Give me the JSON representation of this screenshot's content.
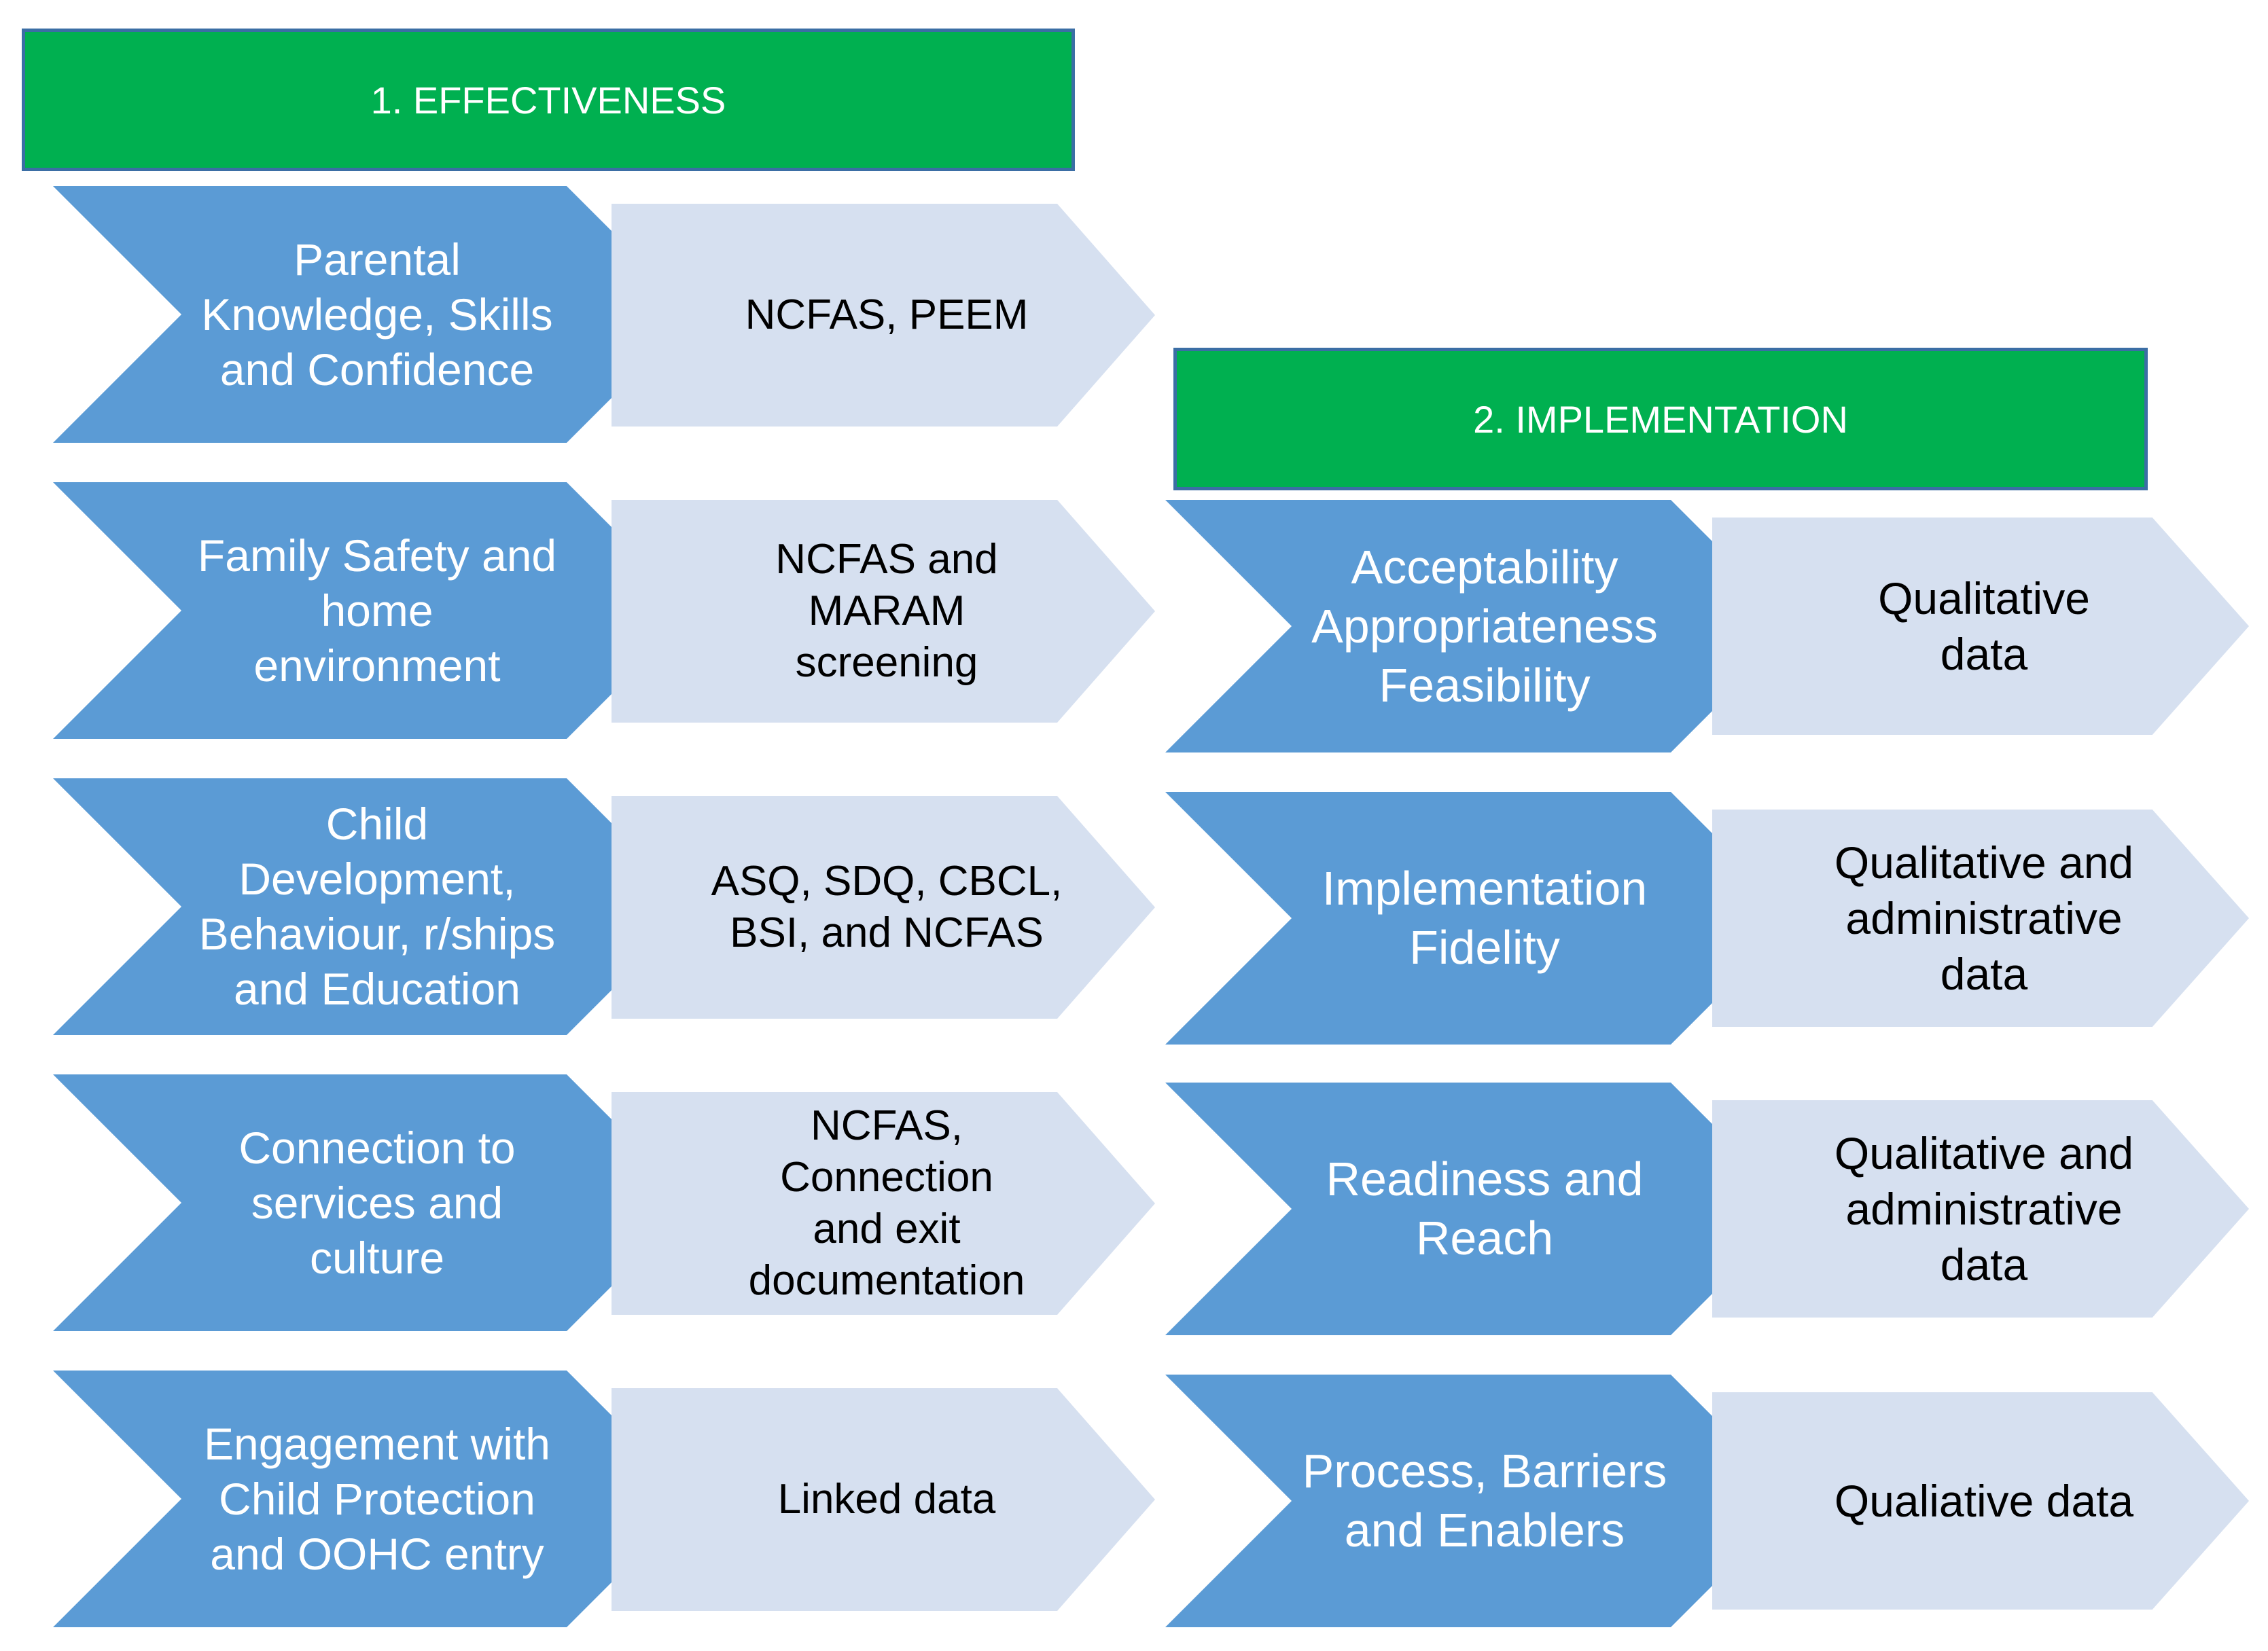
{
  "effectiveness": {
    "title": "1. EFFECTIVENESS",
    "rows": [
      {
        "domain": "Parental\nKnowledge, Skills\nand Confidence",
        "measure": "NCFAS, PEEM"
      },
      {
        "domain": "Family Safety and\nhome\nenvironment",
        "measure": "NCFAS and\nMARAM\nscreening"
      },
      {
        "domain": "Child\nDevelopment,\nBehaviour, r/ships\nand Education",
        "measure": "ASQ, SDQ, CBCL,\nBSI, and NCFAS"
      },
      {
        "domain": "Connection to\nservices and\nculture",
        "measure": "NCFAS,\nConnection\nand exit\ndocumentation"
      },
      {
        "domain": "Engagement with\nChild Protection\nand OOHC entry",
        "measure": "Linked data"
      }
    ]
  },
  "implementation": {
    "title": "2. IMPLEMENTATION",
    "rows": [
      {
        "domain": "Acceptability\nAppropriateness\nFeasibility",
        "measure": "Qualitative\ndata"
      },
      {
        "domain": "Implementation\nFidelity",
        "measure": "Qualitative and\nadministrative\ndata"
      },
      {
        "domain": "Readiness and\nReach",
        "measure": "Qualitative and\nadministrative\ndata"
      },
      {
        "domain": "Process, Barriers\nand Enablers",
        "measure": "Qualiative data"
      }
    ]
  },
  "colors": {
    "header_green": "#00b050",
    "chevron_blue": "#5b9bd5",
    "measure_light_blue": "#d6e0f0"
  }
}
